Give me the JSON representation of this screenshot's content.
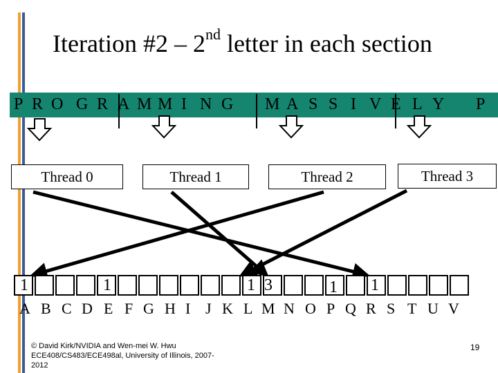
{
  "title": {
    "main": "Iteration #2 – 2",
    "sup": "nd",
    "rest": " letter in each section"
  },
  "input_letters": [
    "P",
    "R",
    "O",
    "G",
    "R",
    "A",
    "M",
    "M",
    "I",
    "N",
    "G",
    "M",
    "A",
    "S",
    "S",
    "I",
    "V",
    "E",
    "L",
    "Y",
    "P"
  ],
  "threads": [
    "Thread 0",
    "Thread 1",
    "Thread 2",
    "Thread 3"
  ],
  "bin_counts": [
    "1",
    "1",
    "1",
    "3",
    "1",
    "1"
  ],
  "alphabet": [
    "A",
    "B",
    "C",
    "D",
    "E",
    "F",
    "G",
    "H",
    "I",
    "J",
    "K",
    "L",
    "M",
    "N",
    "O",
    "P",
    "Q",
    "R",
    "S",
    "T",
    "U",
    "V"
  ],
  "footer": {
    "line1": "© David Kirk/NVIDIA and Wen-mei W. Hwu",
    "line2": "ECE408/CS483/ECE498al, University of Illinois, 2007-",
    "line3": "2012"
  },
  "page_number": "19"
}
